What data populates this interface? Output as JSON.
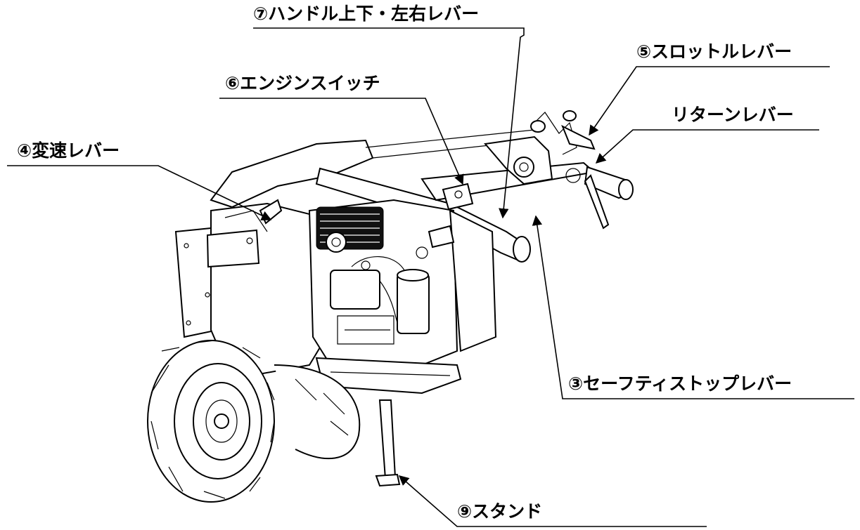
{
  "labels": {
    "handle_lever": "⑦ハンドル上下・左右レバー",
    "throttle_lever": "⑤スロットルレバー",
    "engine_switch": "⑥エンジンスイッチ",
    "return_lever": "リターンレバー",
    "shift_lever": "④変速レバー",
    "safety_stop_lever": "③セーフティストップレバー",
    "stand": "⑨スタンド"
  },
  "colors": {
    "line": "#000000",
    "background": "#ffffff"
  }
}
